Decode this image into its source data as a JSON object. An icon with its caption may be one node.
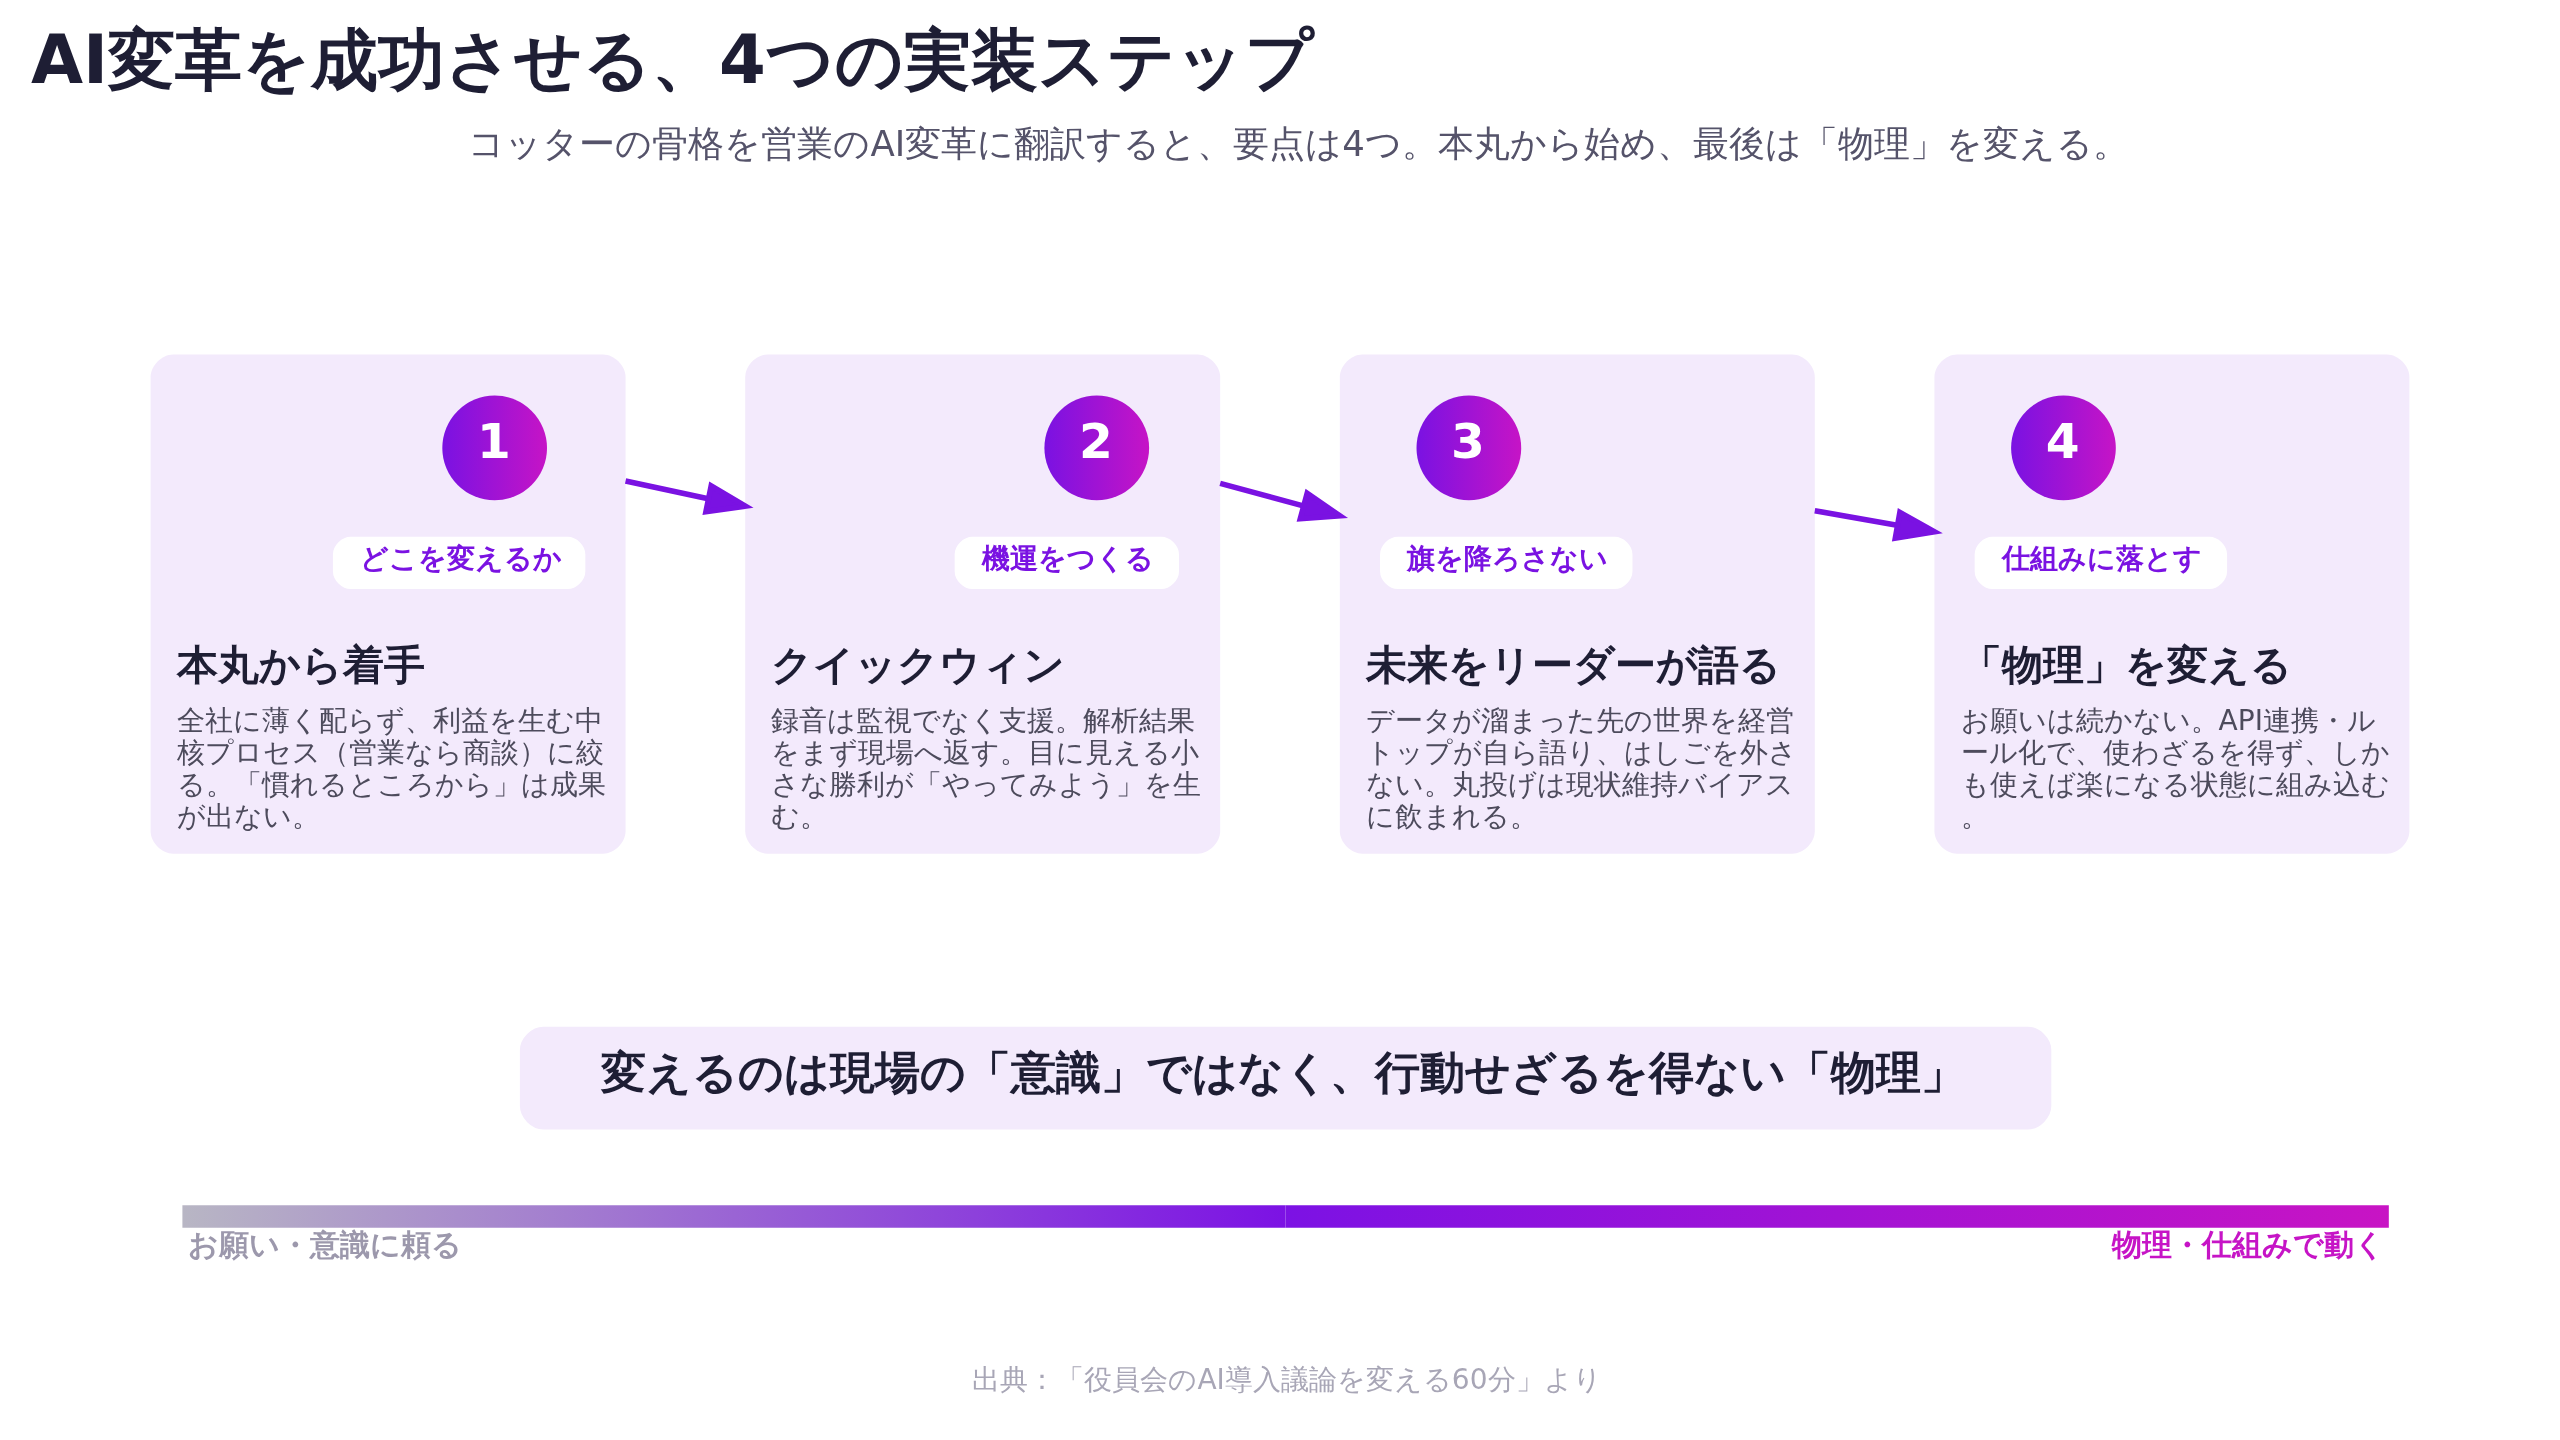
{
  "diagram": {
    "title": "AI変革を成功させる、4つの実装ステップ",
    "nodes": [
      {
        "text": [
          "本丸から着手",
          "全社に薄く配らず、利益を生む中核プロセス（営業なら商談）に絞る。「慣れるところから」は成果が出ない。"
        ]
      },
      {
        "text": [
          "1"
        ],
        "in": 0
      },
      {
        "text": [
          "どこを変えるか"
        ],
        "in": 0
      },
      {
        "text": [
          "クイックウィン",
          "録音は監視でなく支援。解析結果をまず現場へ返す。目に見える小さな勝利が「やってみよう」を生む。"
        ]
      },
      {
        "text": [
          "2"
        ],
        "in": 3
      },
      {
        "text": [
          "機運をつくる"
        ],
        "in": 3
      },
      {
        "text": [
          "未来をリーダーが語る",
          "データが溜まった先の世界を経営トップが自ら語り、はしごを外さない。丸投げは現状維持バイアスに飲まれる。"
        ]
      },
      {
        "text": [
          "3"
        ],
        "in": 6
      },
      {
        "text": [
          "旗を降ろさない"
        ],
        "in": 6
      },
      {
        "text": [
          "「物理」を変える",
          "お願いは続かない。API連携・ルール化で、使わざるを得ず、しかも使えば楽になる状態に組み込む。"
        ]
      },
      {
        "text": [
          "4"
        ],
        "in": 9
      },
      {
        "text": [
          "仕組みに落とす"
        ],
        "in": 9
      },
      {
        "text": [
          "変えるのは現場の「意識」ではなく、行動せざるを得ない「物理」"
        ]
      },
      {
        "text": [],
        "shape": "bar",
        "beside": [
          "お願い・意識に頼る",
          "物理・仕組みで動く"
        ]
      }
    ],
    "edges": [
      {
        "from": 0,
        "to": 3,
        "arrow": "to"
      },
      {
        "from": 3,
        "to": 6,
        "arrow": "to"
      },
      {
        "from": 6,
        "to": 9,
        "arrow": "to"
      }
    ],
    "labels": [
      "コッターの骨格を営業のAI変革に翻訳すると、要点は4つ。本丸から始め、最後は「物理」を変える。",
      "出典：「役員会のAI導入議論を変える60分」より"
    ]
  }
}
